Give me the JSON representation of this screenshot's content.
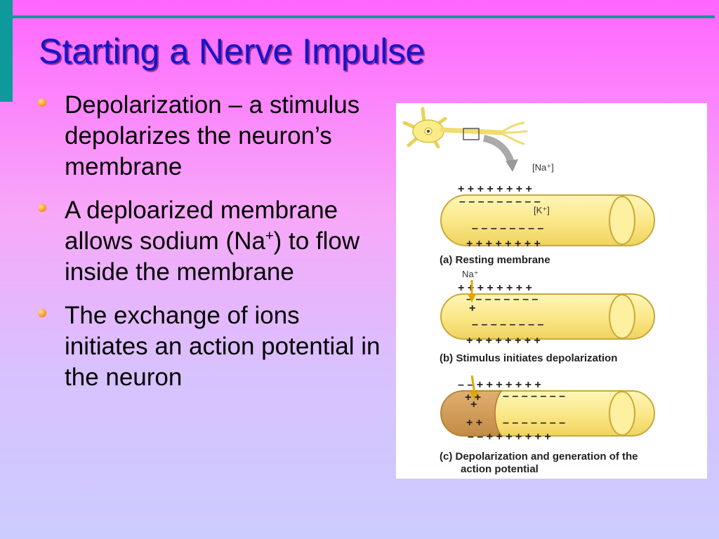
{
  "slide": {
    "title": "Starting a Nerve Impulse",
    "accent_color": "#0e9a9a",
    "title_color": "#1616c8",
    "bullets": [
      {
        "text": "Depolarization – a stimulus depolarizes the neuron’s membrane"
      },
      {
        "pre": "A deploarized membrane allows sodium (Na",
        "sup": "+",
        "post": ") to flow inside the membrane"
      },
      {
        "text": "The exchange of ions initiates an action potential in the neuron"
      }
    ]
  },
  "figure": {
    "na_label": "[Na⁺]",
    "k_label": "[K⁺]",
    "na_plus_label": "Na⁺",
    "captions": {
      "a": "(a) Resting membrane",
      "b": "(b) Stimulus initiates depolarization",
      "c1": "(c) Depolarization and generation of the",
      "c2": "action potential"
    }
  }
}
